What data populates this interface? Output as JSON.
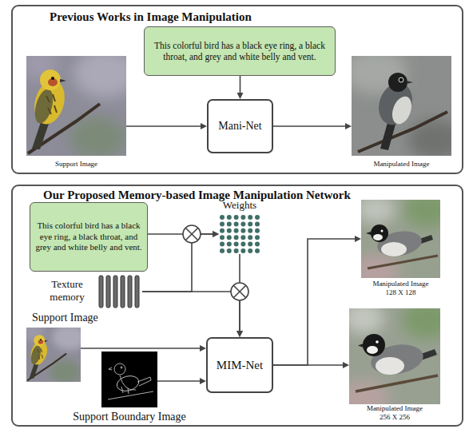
{
  "diagram": {
    "nodes": [
      {
        "text": [
          "Previous Works in Image Manipulation"
        ]
      },
      {
        "text": [
          "This colorful bird has a black eye ring, a black throat, and grey and white belly and vent."
        ],
        "in": 0
      },
      {
        "text": [
          "Support Image"
        ],
        "in": 0
      },
      {
        "text": [
          "Mani-Net"
        ],
        "in": 0
      },
      {
        "text": [
          "Manipulated Image"
        ],
        "in": 0
      },
      {
        "text": [
          "Our Proposed Memory-based Image Manipulation Network"
        ]
      },
      {
        "text": [
          "This colorful bird has a black eye ring, a black throat, and grey and white belly and vent."
        ],
        "in": 5
      },
      {
        "text": [
          "Weights"
        ],
        "in": 5
      },
      {
        "text": [
          "Texture memory"
        ],
        "in": 5
      },
      {
        "text": [
          "Support Image"
        ],
        "in": 5
      },
      {
        "text": [
          "Support Boundary Image"
        ],
        "in": 5
      },
      {
        "text": [
          "MIM-Net"
        ],
        "in": 5
      },
      {
        "text": [
          "Manipulated Image 128 X 128"
        ],
        "in": 5
      },
      {
        "text": [
          "Manipulated Image 256 X 256"
        ],
        "in": 5
      }
    ],
    "edges": [
      {
        "from": 2,
        "to": 3,
        "arrow": "to"
      },
      {
        "from": 1,
        "to": 3,
        "arrow": "to"
      },
      {
        "from": 3,
        "to": 4,
        "arrow": "to"
      },
      {
        "from": 6,
        "to": 7,
        "arrow": "to"
      },
      {
        "from": 8,
        "to": 7,
        "arrow": "to"
      },
      {
        "from": 7,
        "to": 11,
        "arrow": "to"
      },
      {
        "from": 8,
        "to": 11,
        "arrow": "to"
      },
      {
        "from": 9,
        "to": 11,
        "arrow": "to"
      },
      {
        "from": 10,
        "to": 11,
        "arrow": "to"
      },
      {
        "from": 11,
        "to": 12,
        "arrow": "to"
      },
      {
        "from": 11,
        "to": 13,
        "arrow": "to"
      }
    ]
  }
}
